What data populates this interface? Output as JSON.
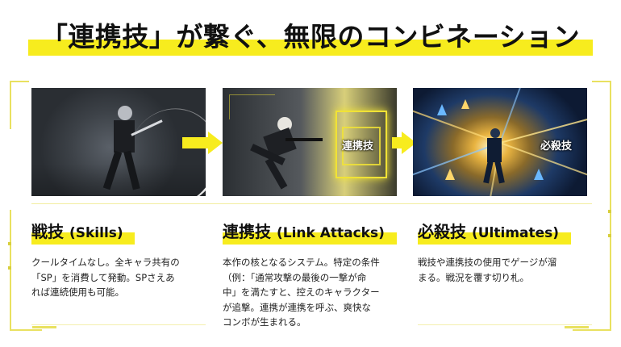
{
  "headline": "「連携技」が繋ぐ、無限のコンビネーション",
  "panels": [
    {
      "label": ""
    },
    {
      "label": "連携技"
    },
    {
      "label": "必殺技"
    }
  ],
  "columns": [
    {
      "title_jp": "戦技",
      "title_en": "(Skills)",
      "lines": [
        "クールタイムなし。全キャラ共有の",
        "「SP」を消費して発動。SPさえあ",
        "れば連続使用も可能。"
      ]
    },
    {
      "title_jp": "連携技",
      "title_en": "(Link Attacks)",
      "lines": [
        "本作の核となるシステム。特定の条件",
        "（例：「通常攻撃の最後の一撃が命",
        "中」を満たすと、控えのキャラクター",
        "が追撃。連携が連携を呼ぶ、爽快な",
        "コンボが生まれる。"
      ]
    },
    {
      "title_jp": "必殺技",
      "title_en": "(Ultimates)",
      "lines": [
        "戦技や連携技の使用でゲージが溜",
        "まる。戦況を覆す切り札。"
      ]
    }
  ],
  "colors": {
    "accent": "#f7ec1e",
    "text": "#111111",
    "frame": "#e9e160"
  },
  "icons": [
    "arrow-right-icon",
    "arrow-right-icon"
  ]
}
